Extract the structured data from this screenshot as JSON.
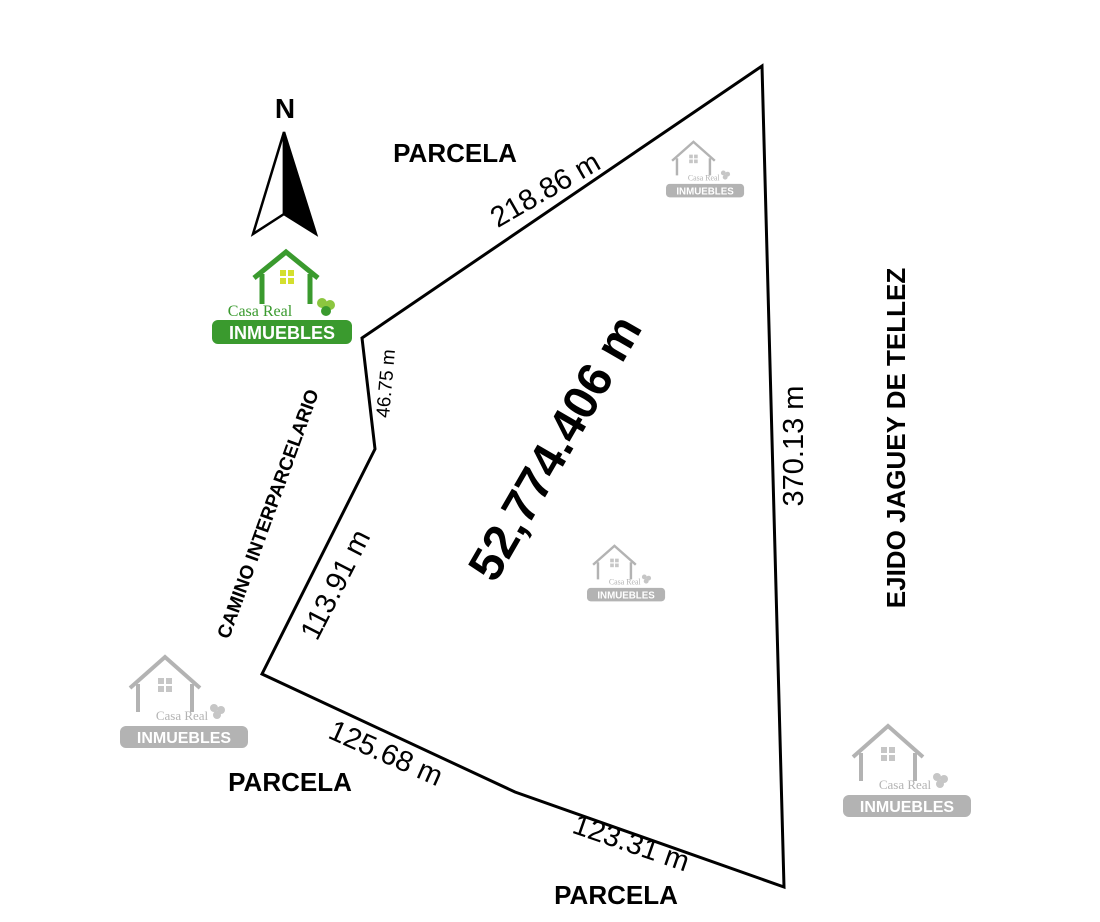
{
  "north_label": "N",
  "area_label": "52,774.406 m",
  "neighbors": {
    "top": "PARCELA",
    "right": "EJIDO JAGUEY DE TELLEZ",
    "road": "CAMINO INTERPARCELARIO",
    "bottom_left": "PARCELA",
    "bottom": "PARCELA"
  },
  "sides": {
    "north_edge": "218.86 m",
    "east_edge": "370.13 m",
    "northwest_edge": "46.75 m",
    "west_edge": "113.91 m",
    "southwest_edge": "125.68 m",
    "south_edge": "123.31 m"
  },
  "logo": {
    "name": "Casa Real",
    "band": "INMUEBLES",
    "green": "#3a9a2e",
    "light_green": "#8cc63f",
    "watermark_gray": "#b3b3b3"
  }
}
